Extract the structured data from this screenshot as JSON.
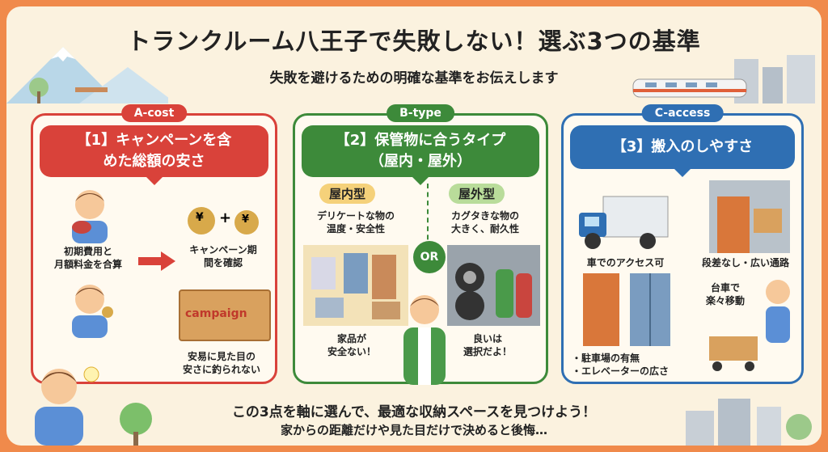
{
  "header": {
    "title": "トランクルーム八王子で失敗しない！選ぶ3つの基準",
    "subtitle": "失敗を避けるための明確な基準をお伝えします"
  },
  "panels": {
    "a": {
      "tag": "A-cost",
      "heading_line1": "【1】キャンペーンを含",
      "heading_line2": "めた総額の安さ",
      "note1": "初期費用と\n月額料金を合算",
      "note2": "キャンペーン期\n間を確認",
      "box_label": "campaign",
      "note3": "安易に見た目の\n安さに釣られない",
      "yen": "¥",
      "plus": "+"
    },
    "b": {
      "tag": "B-type",
      "heading_line1": "【2】保管物に合うタイプ",
      "heading_line2": "（屋内・屋外）",
      "indoor_label": "屋内型",
      "indoor_desc": "デリケートな物の\n温度・安全性",
      "outdoor_label": "屋外型",
      "outdoor_desc": "カグタきな物の\n大きく、耐久性",
      "or": "OR",
      "bubble_left": "家品が\n安全ない！",
      "bubble_right": "良いは\n選択だよ！"
    },
    "c": {
      "tag": "C-access",
      "heading": "【3】搬入のしやすさ",
      "item1": "車でのアクセス可",
      "item2": "段差なし・広い通路",
      "item3": "台車で\n楽々移動",
      "item4": "・駐車場の有無\n・エレベーターの広さ"
    }
  },
  "footer": {
    "line1": "この3点を軸に選んで、最適な収納スペースを見つけよう！",
    "line2": "家からの距離だけや見た目だけで決めると後悔…"
  },
  "colors": {
    "a": "#d9423a",
    "b": "#3d8a3a",
    "c": "#2f6fb3",
    "background": "#fbf2df",
    "border": "#f08a4b"
  }
}
